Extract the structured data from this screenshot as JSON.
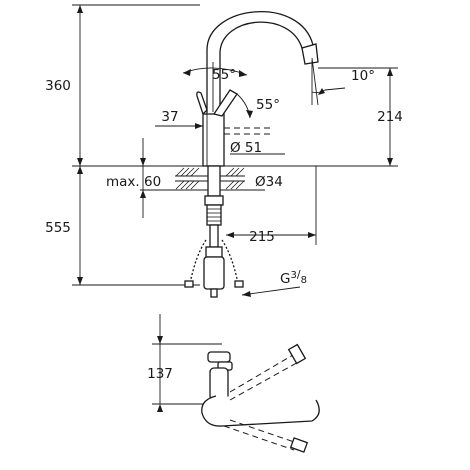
{
  "dimensions": {
    "height_upper": "360",
    "height_lower": "555",
    "lever_angle_top": "55°",
    "lever_angle_side": "55°",
    "lever_offset": "37",
    "base_diameter": "Ø 51",
    "shank_diameter": "Ø34",
    "max_thickness": "max. 60",
    "spout_height": "214",
    "spout_angle": "10°",
    "hose_length": "215",
    "thread_prefix": "G",
    "thread_numerator": "3",
    "thread_denominator": "8",
    "top_view_offset": "137"
  }
}
